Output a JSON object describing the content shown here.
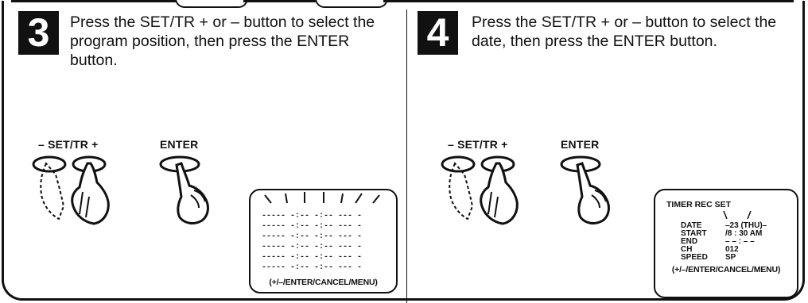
{
  "steps": [
    {
      "number": "3",
      "text": "Press the SET/TR + or – button to select the program position, then press the ENTER button.",
      "set_label": "– SET/TR +",
      "enter_label": "ENTER",
      "screen": {
        "rows": [
          "----- -:-- -:-- --- -",
          "----- -:-- -:-- --- -",
          "----- -:-- -:-- --- -",
          "----- -:-- -:-- --- -",
          "----- -:-- -:-- --- -",
          "----- -:-- -:-- --- -"
        ],
        "footer": "(+/–/ENTER/CANCEL/MENU)"
      }
    },
    {
      "number": "4",
      "text": "Press the SET/TR + or – button to select the date, then press the ENTER button.",
      "set_label": "– SET/TR +",
      "enter_label": "ENTER",
      "screen": {
        "title": "TIMER REC SET",
        "fields": [
          {
            "label": "DATE",
            "value": "–23 (THU)–"
          },
          {
            "label": "START",
            "value": "/8 : 30 AM"
          },
          {
            "label": "END",
            "value": "– – : – –"
          },
          {
            "label": "CH",
            "value": "012"
          },
          {
            "label": "SPEED",
            "value": "SP"
          }
        ],
        "footer": "(+/–/ENTER/CANCEL/MENU)"
      }
    }
  ]
}
